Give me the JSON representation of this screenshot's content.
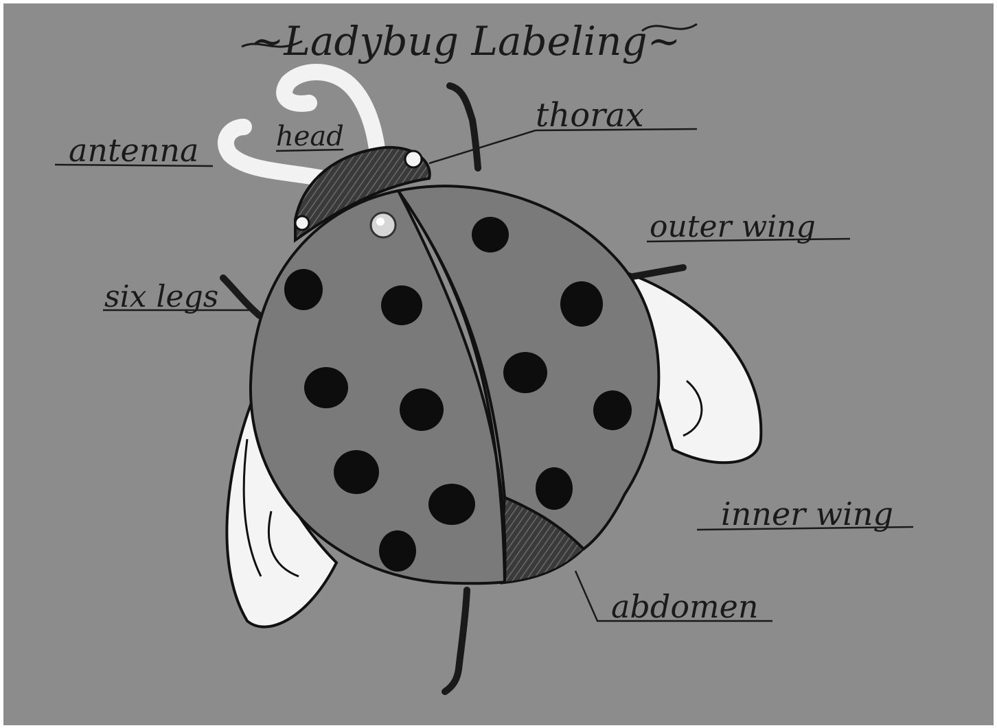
{
  "title": "~Ladybug Labeling~",
  "labels": {
    "antenna": "antenna",
    "head": "head",
    "thorax": "thorax",
    "outer_wing": "outer wing",
    "six_legs": "six legs",
    "inner_wing": "inner wing",
    "abdomen": "abdomen"
  },
  "colors": {
    "paper": "#8c8c8c",
    "shell": "#7a7a7a",
    "spot": "#0d0d0d",
    "wing": "#f4f4f4",
    "pipe_cleaner": "#f2f2f2",
    "ink": "#1a1a1a"
  }
}
